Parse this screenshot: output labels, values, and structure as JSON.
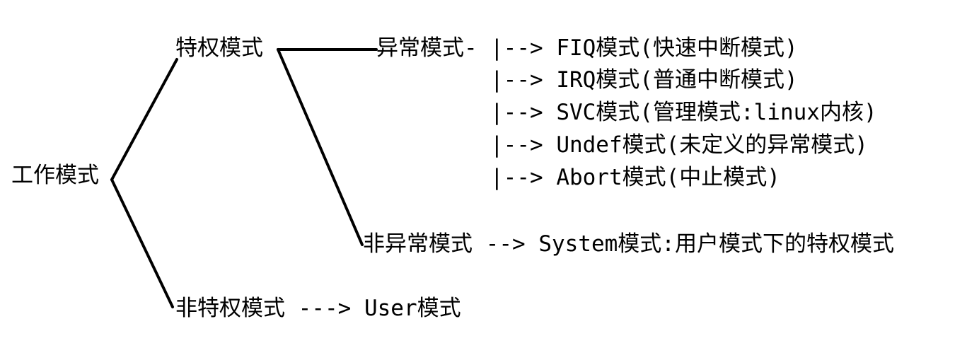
{
  "colors": {
    "background": "#ffffff",
    "text": "#000000",
    "line": "#000000"
  },
  "diagram": {
    "root": "工作模式",
    "privileged": "特权模式",
    "exception": "异常模式-",
    "exception_modes": [
      "|--> FIQ模式(快速中断模式)",
      "|--> IRQ模式(普通中断模式)",
      "|--> SVC模式(管理模式:linux内核)",
      "|--> Undef模式(未定义的异常模式)",
      "|--> Abort模式(中止模式)"
    ],
    "non_exception": "非异常模式 --> System模式:用户模式下的特权模式",
    "non_privileged": "非特权模式 ---> User模式"
  }
}
